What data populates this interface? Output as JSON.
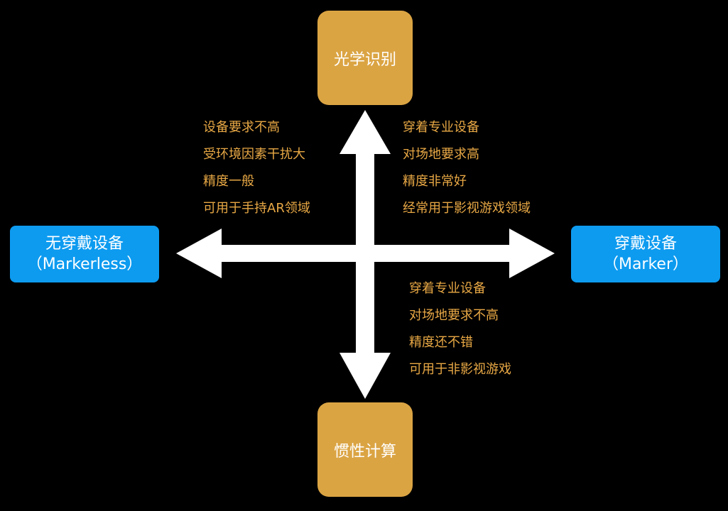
{
  "colors": {
    "background": "#000000",
    "gold_box": "#dba443",
    "blue_box": "#0d9bf0",
    "annotation_text": "#e8a845",
    "arrow": "#ffffff"
  },
  "nodes": {
    "top": {
      "label": "光学识别"
    },
    "bottom": {
      "label": "惯性计算"
    },
    "left": {
      "label": "无穿戴设备",
      "sublabel": "（Markerless）"
    },
    "right": {
      "label": "穿戴设备",
      "sublabel": "（Marker）"
    }
  },
  "quadrants": {
    "top_left": [
      "设备要求不高",
      "受环境因素干扰大",
      "精度一般",
      "可用于手持AR领域"
    ],
    "top_right": [
      "穿着专业设备",
      "对场地要求高",
      "精度非常好",
      "经常用于影视游戏领域"
    ],
    "bottom_right": [
      "穿着专业设备",
      "对场地要求不高",
      "精度还不错",
      "可用于非影视游戏"
    ]
  }
}
